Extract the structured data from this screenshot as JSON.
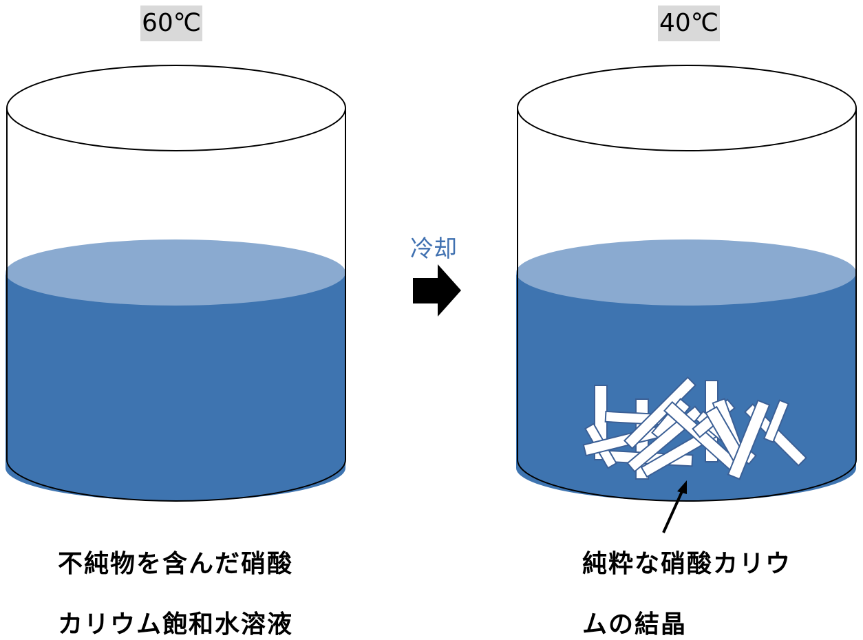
{
  "left_beaker": {
    "temperature": "60℃",
    "caption_line1": "不純物を含んだ硝酸",
    "caption_line2": "カリウム飽和水溶液"
  },
  "right_beaker": {
    "temperature": "40℃",
    "caption_line1": "純粋な硝酸カリウ",
    "caption_line2": "ムの結晶"
  },
  "process": {
    "label": "冷却",
    "arrow_icon": "right-arrow-icon"
  },
  "colors": {
    "solution": "#3e74b0",
    "solution_surface": "#8aaad0",
    "crystal_fill": "#ffffff",
    "crystal_stroke": "#3b5f95",
    "outline": "#000000",
    "label_background": "#d9d9d9",
    "process_text": "#3f70b0"
  }
}
